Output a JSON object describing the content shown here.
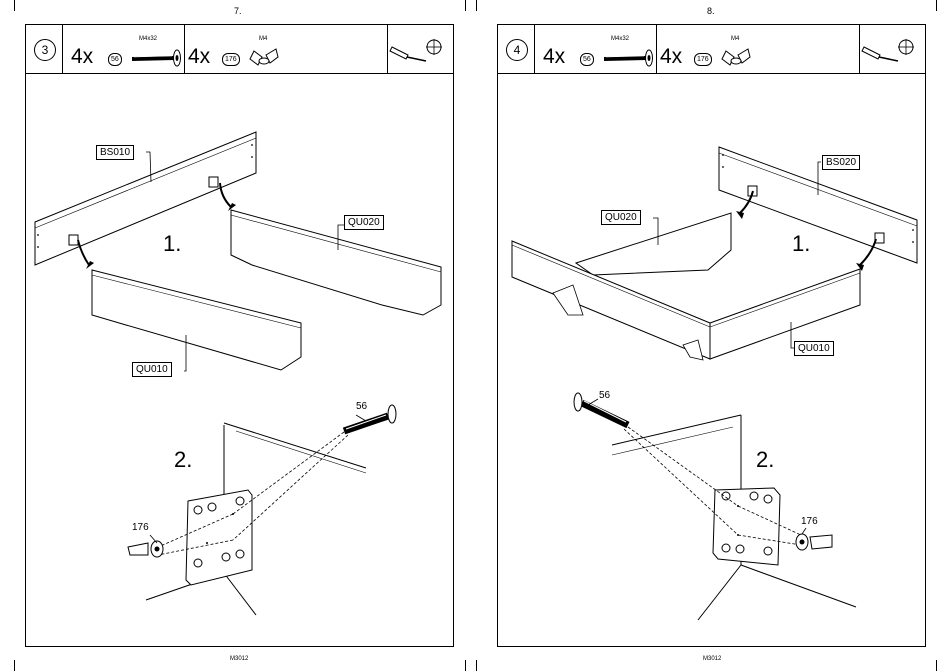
{
  "pages": [
    {
      "page_number": "7.",
      "step": "3",
      "hardware": [
        {
          "qty": "4x",
          "part": "56",
          "name": "M4x32"
        },
        {
          "qty": "4x",
          "part": "176",
          "name": "M4"
        }
      ],
      "tool_icon": "screwdriver-icon",
      "labels": {
        "board": "BS010",
        "rail_back": "QU020",
        "rail_front": "QU010"
      },
      "substeps": [
        "1.",
        "2."
      ],
      "callouts": {
        "bolt": "56",
        "nut": "176"
      },
      "footer": "M3012"
    },
    {
      "page_number": "8.",
      "step": "4",
      "hardware": [
        {
          "qty": "4x",
          "part": "56",
          "name": "M4x32"
        },
        {
          "qty": "4x",
          "part": "176",
          "name": "M4"
        }
      ],
      "tool_icon": "screwdriver-icon",
      "labels": {
        "board": "BS020",
        "rail_back": "QU020",
        "rail_front": "QU010"
      },
      "substeps": [
        "1.",
        "2."
      ],
      "callouts": {
        "bolt": "56",
        "nut": "176"
      },
      "footer": "M3012"
    }
  ]
}
